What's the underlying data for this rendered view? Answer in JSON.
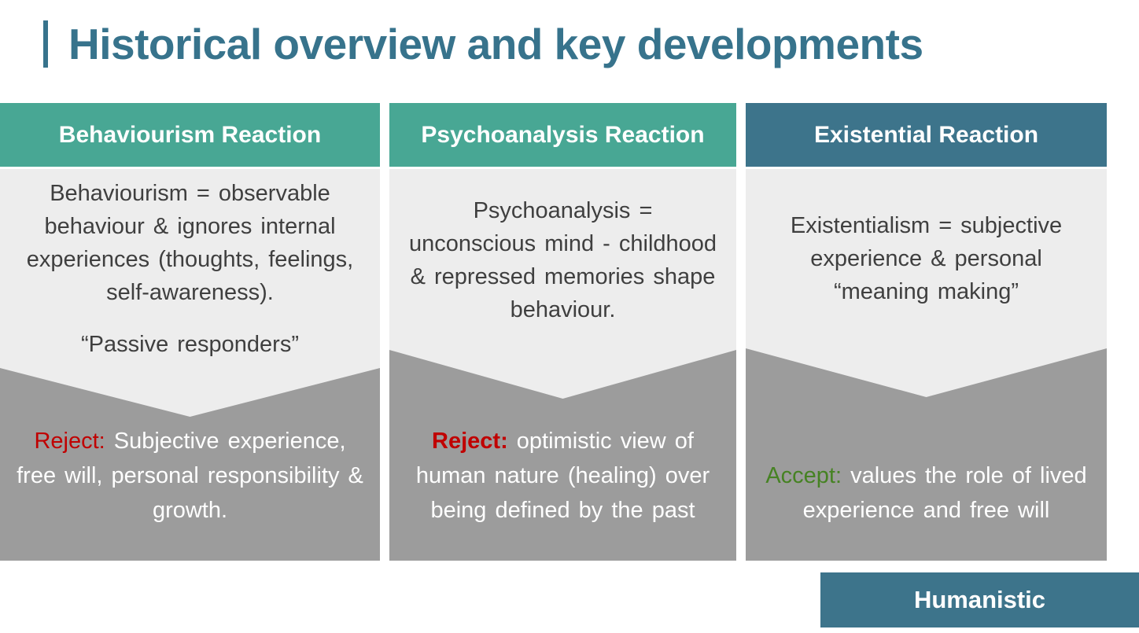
{
  "title": {
    "text": "Historical overview and key developments",
    "color": "#37738C"
  },
  "colors": {
    "green_header": "#48A794",
    "blue_header": "#3D748B",
    "light_panel": "#EDEDED",
    "gray_panel": "#9C9C9C",
    "body_text": "#3F3F3F",
    "reject_red": "#C00000",
    "accept_green": "#468223"
  },
  "columns": [
    {
      "header": "Behaviourism Reaction",
      "paragraphs": [
        "Behaviourism = observable behaviour & ignores internal experiences (thoughts, feelings, self-awareness).",
        "“Passive responders”"
      ],
      "verdict": {
        "label": "Reject:",
        "text": "Subjective experience, free will, personal responsibility & growth."
      }
    },
    {
      "header": "Psychoanalysis Reaction",
      "paragraphs": [
        "Psychoanalysis = unconscious mind - childhood & repressed memories shape behaviour."
      ],
      "verdict": {
        "label": "Reject:",
        "text": "optimistic view of human nature (healing) over being defined by the past"
      }
    },
    {
      "header": "Existential Reaction",
      "paragraphs": [
        "Existentialism = subjective experience & personal “meaning making”"
      ],
      "verdict": {
        "label": "Accept:",
        "text": "values the role of lived experience and free will"
      }
    }
  ],
  "footer_box": {
    "label": "Humanistic"
  }
}
